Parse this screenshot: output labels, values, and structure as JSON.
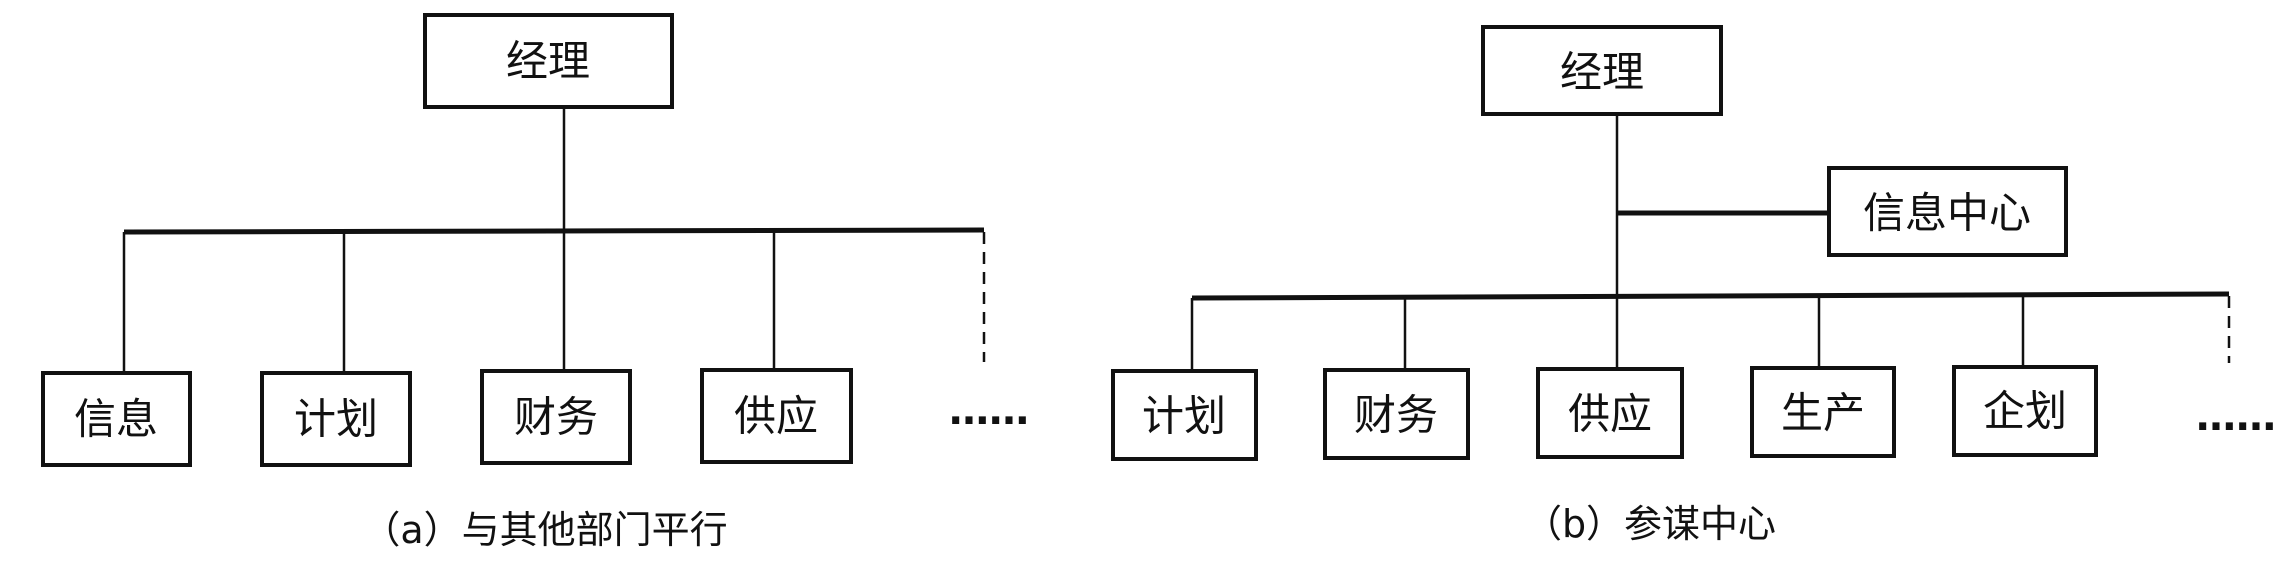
{
  "diagram_a": {
    "root": "经理",
    "children": [
      "信息",
      "计划",
      "财务",
      "供应"
    ],
    "more": "……",
    "caption": "（a）与其他部门平行"
  },
  "diagram_b": {
    "root": "经理",
    "staff": "信息中心",
    "children": [
      "计划",
      "财务",
      "供应",
      "生产",
      "企划"
    ],
    "more": "……",
    "caption": "（b）参谋中心"
  }
}
